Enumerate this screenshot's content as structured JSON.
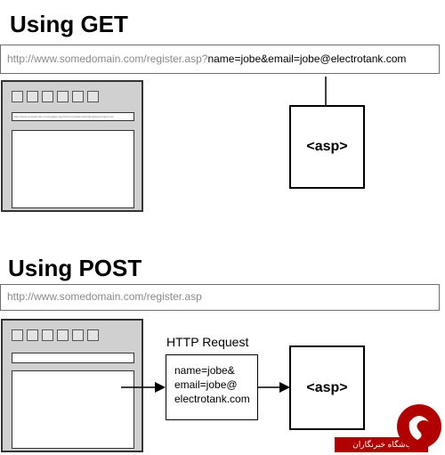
{
  "get_section": {
    "title": "Using GET",
    "url_base": "http://www.somedomain.com/register.asp?",
    "url_query": "name=jobe&email=jobe@electrotank.com",
    "browser_address": "http://www.somedomain.com/register.asp?name=jobe&email=jobe@electrotank.com",
    "server_label": "<asp>"
  },
  "post_section": {
    "title": "Using POST",
    "url": "http://www.somedomain.com/register.asp",
    "request_label": "HTTP Request",
    "request_lines": [
      "name=jobe&",
      "email=jobe@",
      "electrotank.com"
    ],
    "server_label": "<asp>"
  },
  "watermark": {
    "text": "باشگاه خبرنگاران",
    "color": "#b00000"
  }
}
